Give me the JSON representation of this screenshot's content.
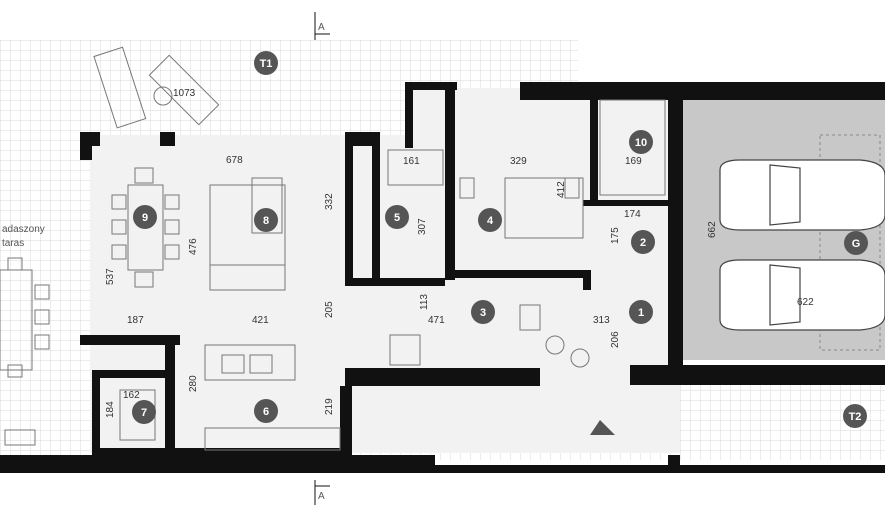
{
  "plan": {
    "section_marker": "A",
    "terrace_label_lines": [
      "adaszony",
      "taras"
    ],
    "colors": {
      "wall": "#111111",
      "tile_grid": "#d9d9d9",
      "floor": "#f2f2f2",
      "garage_floor": "#c8c8c8",
      "room_badge": "#555555"
    },
    "rooms": [
      {
        "id": "T1",
        "label": "T1"
      },
      {
        "id": "T2",
        "label": "T2"
      },
      {
        "id": "1",
        "label": "1"
      },
      {
        "id": "2",
        "label": "2"
      },
      {
        "id": "3",
        "label": "3"
      },
      {
        "id": "4",
        "label": "4"
      },
      {
        "id": "5",
        "label": "5"
      },
      {
        "id": "6",
        "label": "6"
      },
      {
        "id": "7",
        "label": "7"
      },
      {
        "id": "8",
        "label": "8"
      },
      {
        "id": "9",
        "label": "9"
      },
      {
        "id": "10",
        "label": "10"
      },
      {
        "id": "G",
        "label": "G"
      }
    ],
    "dimensions": {
      "terrace_width": "1073",
      "living_width": "678",
      "living_depth": "332",
      "dining_depth": "476",
      "left_depth": "537",
      "left_width": "187",
      "mid_width": "421",
      "hall_depth": "205",
      "bath_width": "161",
      "bath_depth": "307",
      "bedroom_width": "329",
      "bedroom_depth": "412",
      "utility_width": "169",
      "room2_width": "174",
      "room2_depth": "175",
      "garage_depth": "662",
      "garage_width": "622",
      "hall3_width": "471",
      "stair_depth": "113",
      "hall1_width": "313",
      "hall1_depth": "206",
      "kitchen_depth": "280",
      "kitchen_depth2": "219",
      "pantry_width": "162",
      "pantry_depth": "184"
    }
  }
}
